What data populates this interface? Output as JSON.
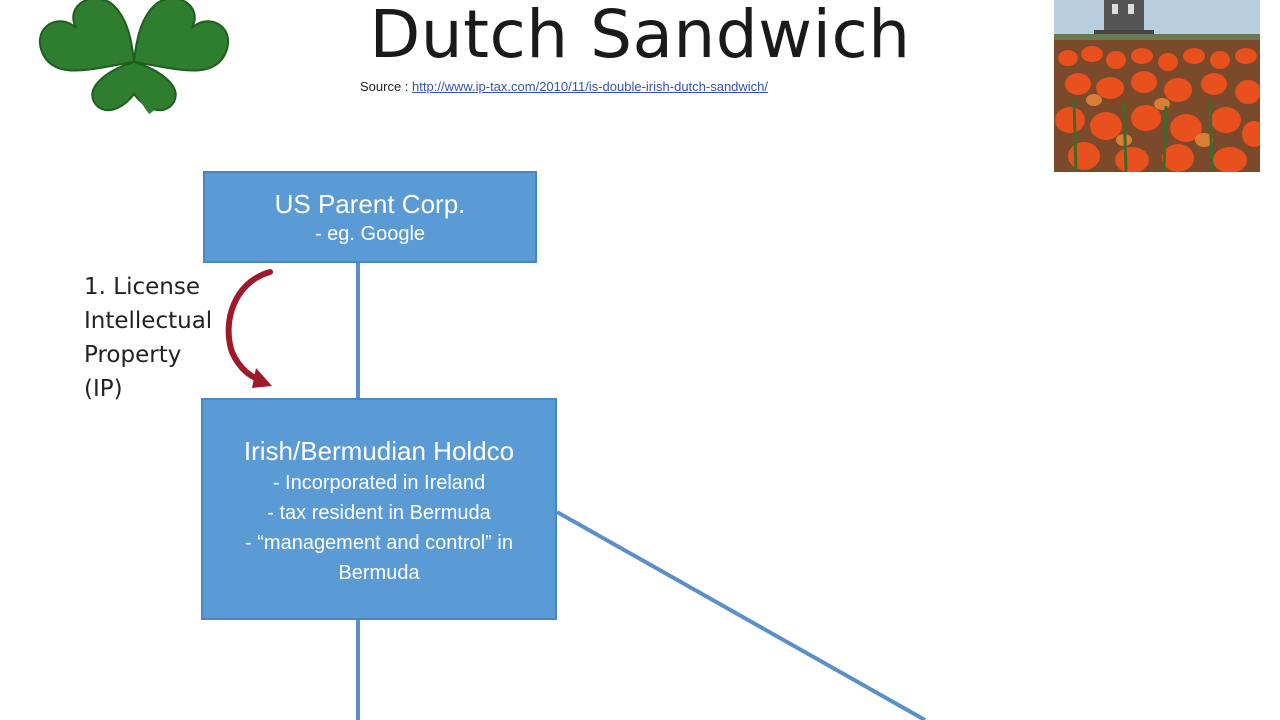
{
  "slide": {
    "title": "Dutch Sandwich",
    "source_label": "Source :",
    "source_link": "http://www.ip-tax.com/2010/11/is-double-irish-dutch-sandwich/"
  },
  "diagram": {
    "parent_box": {
      "heading": "US Parent Corp.",
      "lines": [
        "- eg. Google"
      ]
    },
    "license_note": [
      "1. License",
      "Intellectual",
      "Property",
      "(IP)"
    ],
    "holdco_box": {
      "heading": "Irish/Bermudian Holdco",
      "lines": [
        "- Incorporated in Ireland",
        "- tax resident in Bermuda",
        "- “management and control” in",
        "Bermuda"
      ]
    }
  },
  "colors": {
    "box_fill": "#5b9bd5",
    "connector": "#5b8fc9",
    "arrow": "#a0192b",
    "clover": "#2e7d2e"
  },
  "images": {
    "top_left": "shamrock-clover",
    "top_right": "windmill-and-tulips-photo"
  }
}
